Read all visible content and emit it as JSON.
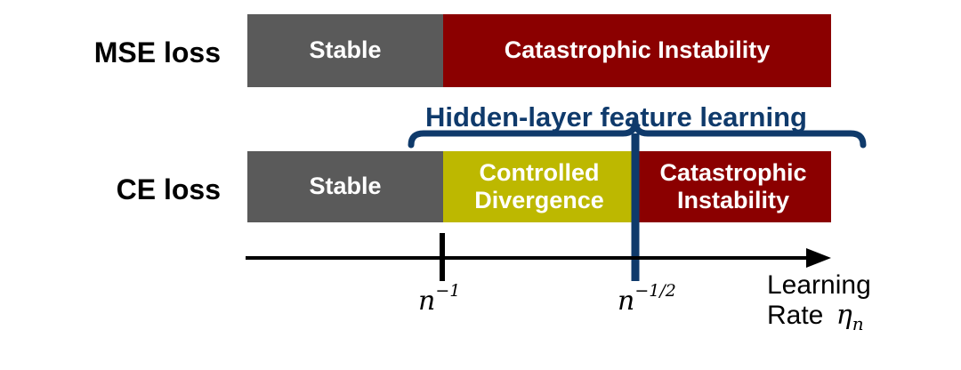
{
  "rows": {
    "mse": {
      "label": "MSE loss",
      "segments": [
        {
          "text": "Stable",
          "color": "#5a5a5a"
        },
        {
          "text": "Catastrophic Instability",
          "color": "#8b0000"
        }
      ]
    },
    "ce": {
      "label": "CE loss",
      "segments": [
        {
          "text": "Stable",
          "color": "#5a5a5a"
        },
        {
          "text": "Controlled\nDivergence",
          "color": "#bdb800"
        },
        {
          "text": "Catastrophic\nInstability",
          "color": "#8b0000"
        }
      ]
    }
  },
  "brace": {
    "label": "Hidden-layer feature learning",
    "color": "#0f3a6b"
  },
  "axis": {
    "tick1": {
      "base": "n",
      "exponent": "−1"
    },
    "tick2": {
      "base": "n",
      "exponent": "−1/2"
    },
    "label_line1": "Learning",
    "label_line2": "Rate",
    "label_symbol_base": "η",
    "label_symbol_sub": "n"
  }
}
